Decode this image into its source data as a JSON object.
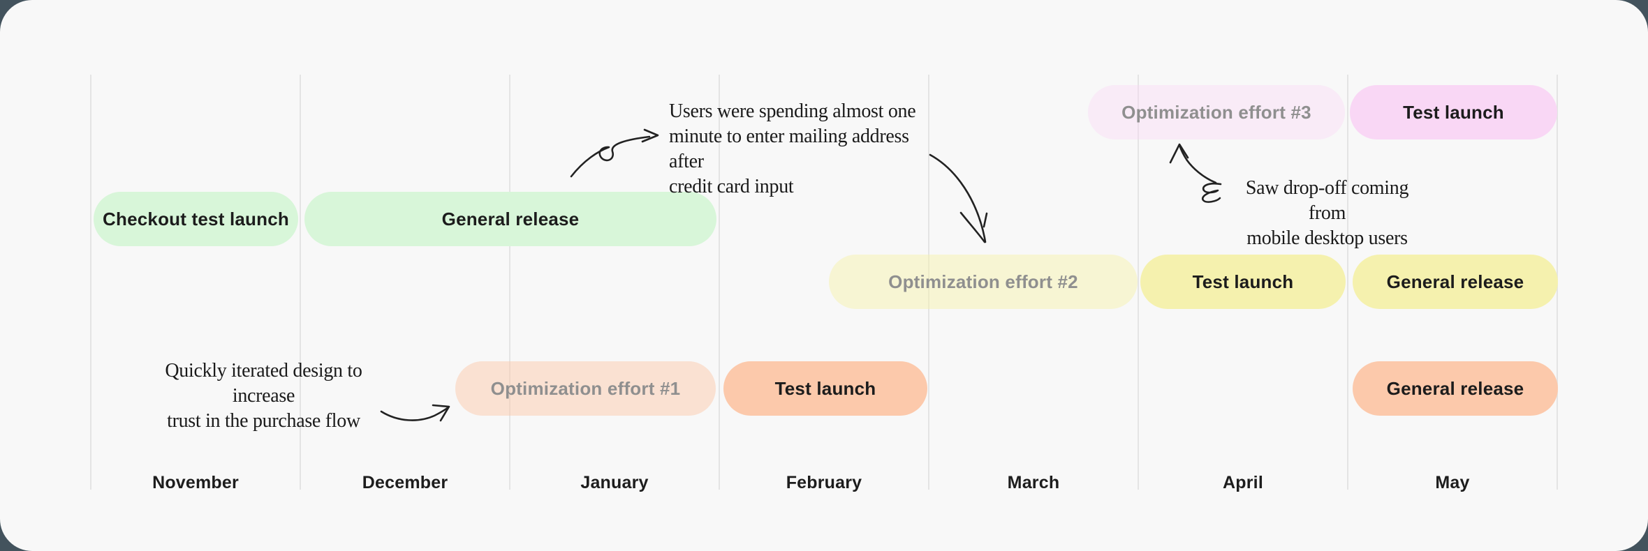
{
  "timeline": {
    "months": [
      "November",
      "December",
      "January",
      "February",
      "March",
      "April",
      "May"
    ],
    "pills": [
      {
        "label": "Optimization effort #3",
        "row": 1,
        "months": "late March – April",
        "color": "pink",
        "faded": true
      },
      {
        "label": "Test launch",
        "row": 1,
        "months": "May",
        "color": "pink",
        "faded": false
      },
      {
        "label": "Checkout test launch",
        "row": 2,
        "months": "November",
        "color": "green",
        "faded": false
      },
      {
        "label": "General release",
        "row": 2,
        "months": "December – January",
        "color": "green",
        "faded": false
      },
      {
        "label": "Optimization effort #2",
        "row": 3,
        "months": "mid February – March",
        "color": "yellow",
        "faded": true
      },
      {
        "label": "Test launch",
        "row": 3,
        "months": "April",
        "color": "yellow",
        "faded": false
      },
      {
        "label": "General release",
        "row": 3,
        "months": "May",
        "color": "yellow",
        "faded": false
      },
      {
        "label": "Optimization effort #1",
        "row": 4,
        "months": "mid December – January",
        "color": "peach",
        "faded": true
      },
      {
        "label": "Test launch",
        "row": 4,
        "months": "February",
        "color": "peach",
        "faded": false
      },
      {
        "label": "General release",
        "row": 4,
        "months": "May",
        "color": "peach",
        "faded": false
      }
    ]
  },
  "annotations": [
    {
      "lines": [
        "Users were spending almost one",
        "minute to enter mailing address after",
        "credit card input"
      ]
    },
    {
      "lines": [
        "Saw drop-off coming from",
        "mobile desktop users"
      ]
    },
    {
      "lines": [
        "Quickly iterated design to increase",
        "trust in the purchase flow"
      ]
    }
  ],
  "icons": [
    "loop-curved-arrow-icon",
    "down-curved-arrow-icon",
    "up-squiggle-arrow-icon",
    "swoosh-arrow-icon"
  ],
  "colors": {
    "background": "#43535d",
    "card": "#f8f8f8",
    "gridline": "#e4e4e4",
    "green": "#d8f6d9",
    "peach": "#fcc9ab",
    "peach_faded": "#fae1d2",
    "yellow": "#f5f1ae",
    "yellow_faded": "#f7f5d3",
    "pink": "#f9d7f5",
    "pink_faded": "#f8ebf7",
    "pill_text": "#1c1c1c",
    "faded_pill_text": "#8f8f8f",
    "annotation_text": "#1a1a1a"
  }
}
